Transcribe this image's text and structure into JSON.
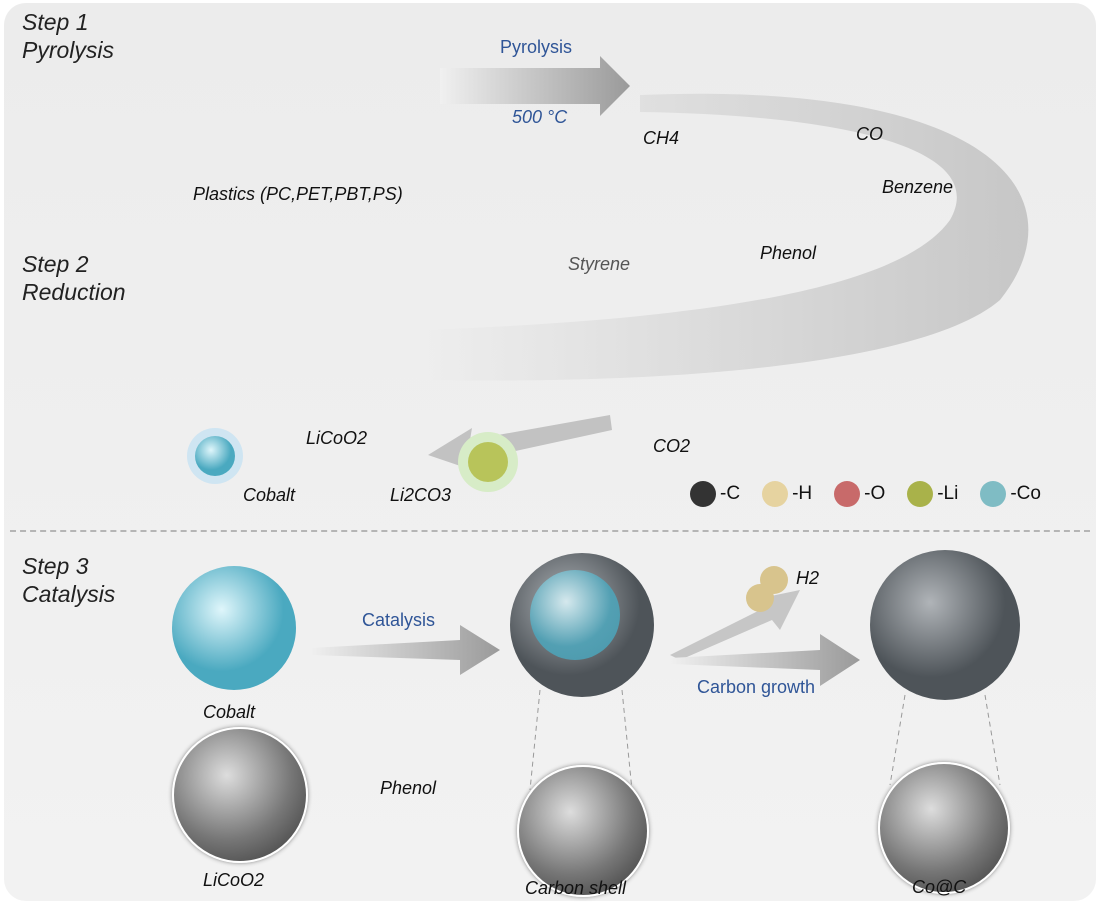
{
  "steps": [
    {
      "title": "Step 1",
      "subtitle": "Pyrolysis"
    },
    {
      "title": "Step 2",
      "subtitle": "Reduction"
    },
    {
      "title": "Step 3",
      "subtitle": "Catalysis"
    }
  ],
  "step1": {
    "plastics_label": "Plastics (PC,PET,PBT,PS)",
    "arrow_label": "Pyrolysis",
    "temperature": "500 °C",
    "products": {
      "ch4": "CH4",
      "co": "CO",
      "benzene": "Benzene",
      "phenol": "Phenol",
      "styrene": "Styrene"
    }
  },
  "step2": {
    "licoo2": "LiCoO2",
    "cobalt": "Cobalt",
    "li2co3": "Li2CO3",
    "co2": "CO2"
  },
  "legend": [
    {
      "label": "-C",
      "color": "#333333"
    },
    {
      "label": "-H",
      "color": "#e6d3a0"
    },
    {
      "label": "-O",
      "color": "#c86a6a"
    },
    {
      "label": "-Li",
      "color": "#a9b24a"
    },
    {
      "label": "-Co",
      "color": "#7fbcc4"
    }
  ],
  "step3": {
    "cobalt": "Cobalt",
    "licoo2": "LiCoO2",
    "catalysis_label": "Catalysis",
    "phenol": "Phenol",
    "h2": "H2",
    "carbon_growth_label": "Carbon growth",
    "carbon_shell": "Carbon shell",
    "co_at_c": "Co@C"
  }
}
